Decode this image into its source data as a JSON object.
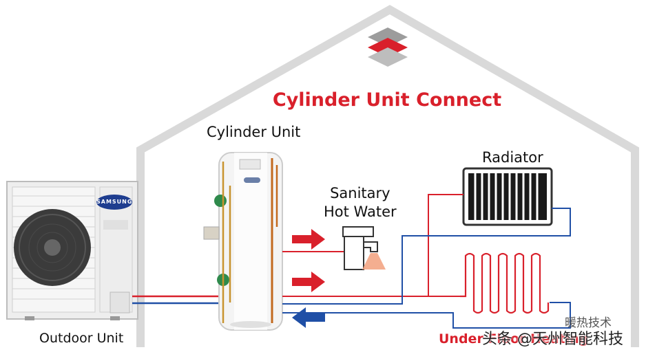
{
  "title": "Cylinder Unit Connect",
  "labels": {
    "cylinder_unit": "Cylinder Unit",
    "sanitary_line1": "Sanitary",
    "sanitary_line2": "Hot Water",
    "radiator": "Radiator",
    "outdoor_unit": "Outdoor Unit",
    "under_floor_heating": "Under Floor Heating"
  },
  "outdoor_brand": "SAMSUNG",
  "watermark": {
    "main": "头条 @天州智能科技",
    "secondary": "暖热技术"
  },
  "colors": {
    "accent_red": "#d9202b",
    "flow_blue": "#1f4fa6",
    "house_outline": "#d6d6d6"
  }
}
